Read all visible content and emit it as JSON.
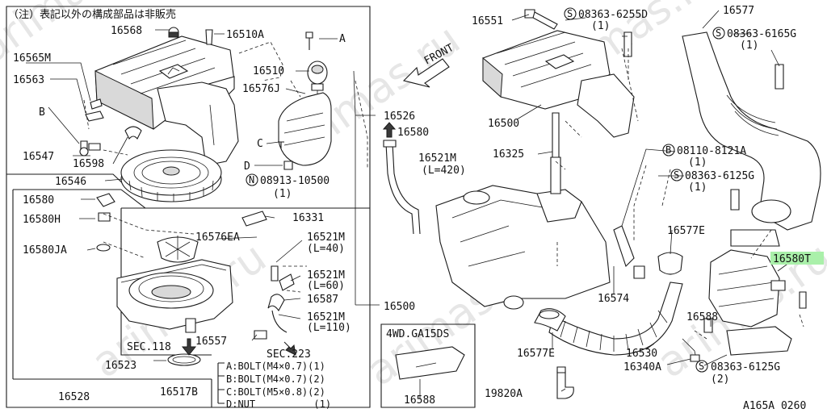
{
  "note": "（注）表記以外の構成部品は非販売",
  "watermark": "arimas.ru",
  "front_label": "FRONT",
  "diagram_code": "A165A 0260",
  "variant_box": {
    "title": "4WD.GA15DS",
    "part": "16588"
  },
  "bolt_legend": {
    "part": "16517B",
    "rows": [
      "A:BOLT(M4×0.7)(1)",
      "B:BOLT(M4×0.7)(2)",
      "C:BOLT(M5×0.8)(2)",
      "D:NUT          (1)"
    ]
  },
  "labels": {
    "p16568": "16568",
    "p16510A": "16510A",
    "p16565M": "16565M",
    "p16563": "16563",
    "pA": "A",
    "p16510": "16510",
    "p16576J": "16576J",
    "pB": "B",
    "pC": "C",
    "pD": "D",
    "p16526": "16526",
    "p16580": "16580",
    "p16547": "16547",
    "p16598": "16598",
    "p16546": "16546",
    "p16521M_1": "16521M",
    "p16521M_1_len": "(L=420)",
    "nut": "08913-10500",
    "nut_qty": "(1)",
    "p16580b": "16580",
    "p16580H": "16580H",
    "p16580JA": "16580JA",
    "p16331": "16331",
    "p16576EA": "16576EA",
    "p16521M_2": "16521M",
    "p16521M_2_len": "(L=40)",
    "p16521M_3": "16521M",
    "p16521M_3_len": "(L=60)",
    "p16587": "16587",
    "p16500b": "16500",
    "p16521M_4": "16521M",
    "p16521M_4_len": "(L=110)",
    "sec118": "SEC.118",
    "p16557": "16557",
    "sec223": "SEC.223",
    "p16523": "16523",
    "p16528": "16528",
    "p16551": "16551",
    "s1": "08363-6255D",
    "s1_qty": "(1)",
    "p16577": "16577",
    "s2": "08363-6165G",
    "s2_qty": "(1)",
    "p16500": "16500",
    "p16325": "16325",
    "b1": "08110-8121A",
    "b1_qty": "(1)",
    "s3": "08363-6125G",
    "s3_qty": "(1)",
    "p16577E": "16577E",
    "p16580T": "16580T",
    "p16574": "16574",
    "p16588": "16588",
    "p16577E_b": "16577E",
    "p16530": "16530",
    "p16340A": "16340A",
    "s4": "08363-6125G",
    "s4_qty": "(2)",
    "p19820A": "19820A"
  }
}
